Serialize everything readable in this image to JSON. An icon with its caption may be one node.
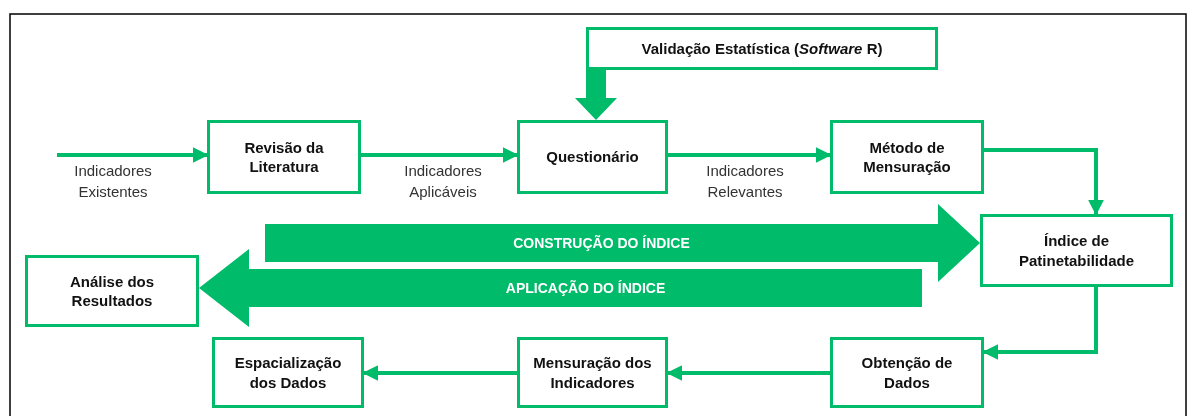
{
  "diagram": {
    "nodes": [
      {
        "text": [
          "Validação Estatística (*Software* R)"
        ]
      },
      {
        "text": [
          "Revisão da Literatura"
        ]
      },
      {
        "text": [
          "Questionário"
        ]
      },
      {
        "text": [
          "Método de Mensuração"
        ]
      },
      {
        "text": [
          "Índice de Patinetabilidade"
        ]
      },
      {
        "text": [
          "Análise dos Resultados"
        ]
      },
      {
        "text": [
          "Espacialização dos Dados"
        ]
      },
      {
        "text": [
          "Mensuração dos Indicadores"
        ]
      },
      {
        "text": [
          "Obtenção de Dados"
        ]
      }
    ],
    "edges": [
      {
        "from": null,
        "to": 1,
        "arrow": "to",
        "label": "Indicadores Existentes"
      },
      {
        "from": 1,
        "to": 2,
        "arrow": "to",
        "label": "Indicadores Aplicáveis"
      },
      {
        "from": 2,
        "to": 3,
        "arrow": "to",
        "label": "Indicadores Relevantes"
      },
      {
        "from": 3,
        "to": 4,
        "arrow": "to"
      },
      {
        "from": 4,
        "to": 8,
        "arrow": "to"
      },
      {
        "from": 8,
        "to": 7,
        "arrow": "to"
      },
      {
        "from": 7,
        "to": 6,
        "arrow": "to"
      },
      {
        "from": 0,
        "to": 2,
        "arrow": "to",
        "style": "thick"
      },
      {
        "from": null,
        "to": 4,
        "arrow": "to",
        "style": "thick",
        "label": "CONSTRUÇÃO DO ÍNDICE"
      },
      {
        "from": null,
        "to": 5,
        "arrow": "to",
        "style": "thick",
        "label": "APLICAÇÃO DO ÍNDICE"
      }
    ]
  }
}
